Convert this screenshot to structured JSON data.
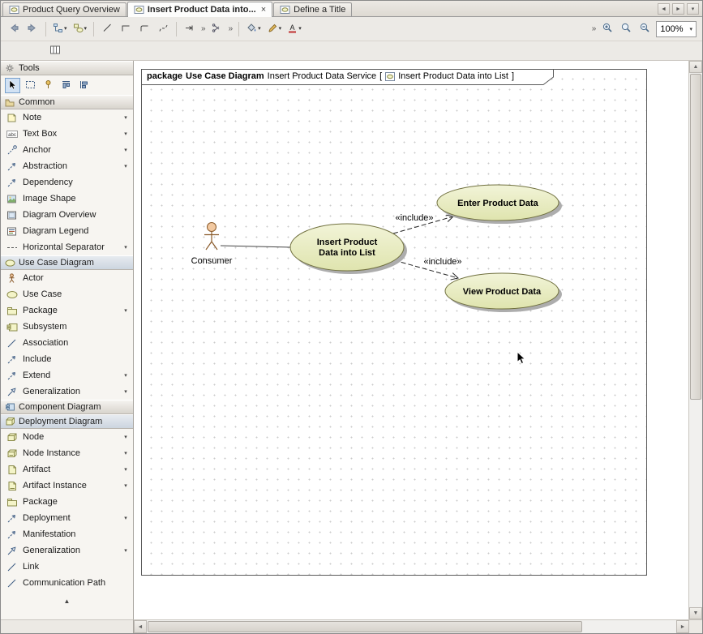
{
  "tabbar": {
    "tabs": [
      {
        "label": "Product Query Overview",
        "active": false,
        "closable": false
      },
      {
        "label": "Insert Product Data into...",
        "active": true,
        "closable": true
      },
      {
        "label": "Define a Title",
        "active": false,
        "closable": false
      }
    ]
  },
  "toolbar": {
    "zoom_value": "100%"
  },
  "palette": {
    "sections": [
      {
        "title": "Tools",
        "icon": "section-tools",
        "highlight": false,
        "tools": [
          {
            "name": "select-tool",
            "icon": "pointer",
            "selected": true
          },
          {
            "name": "marquee-select-tool",
            "icon": "marquee",
            "selected": false
          },
          {
            "name": "sticky-mode-tool",
            "icon": "sticky",
            "selected": false
          },
          {
            "name": "align-vertical-tool",
            "icon": "align-v",
            "selected": false
          },
          {
            "name": "align-horizontal-tool",
            "icon": "align-h",
            "selected": false
          }
        ]
      },
      {
        "title": "Common",
        "icon": "section-common",
        "highlight": false,
        "items": [
          {
            "label": "Note",
            "icon": "note",
            "arrow": true
          },
          {
            "label": "Text Box",
            "icon": "textbox",
            "arrow": true
          },
          {
            "label": "Anchor",
            "icon": "anchor",
            "arrow": true
          },
          {
            "label": "Abstraction",
            "icon": "abstraction",
            "arrow": true
          },
          {
            "label": "Dependency",
            "icon": "dependency",
            "arrow": false
          },
          {
            "label": "Image Shape",
            "icon": "image",
            "arrow": false
          },
          {
            "label": "Diagram Overview",
            "icon": "overview",
            "arrow": false
          },
          {
            "label": "Diagram Legend",
            "icon": "legend",
            "arrow": false
          },
          {
            "label": "Horizontal Separator",
            "icon": "separator",
            "arrow": true
          }
        ]
      },
      {
        "title": "Use Case Diagram",
        "icon": "section-usecase",
        "highlight": true,
        "items": [
          {
            "label": "Actor",
            "icon": "actor",
            "arrow": false
          },
          {
            "label": "Use Case",
            "icon": "usecase",
            "arrow": false
          },
          {
            "label": "Package",
            "icon": "package",
            "arrow": true
          },
          {
            "label": "Subsystem",
            "icon": "subsystem",
            "arrow": false
          },
          {
            "label": "Association",
            "icon": "association",
            "arrow": false
          },
          {
            "label": "Include",
            "icon": "include",
            "arrow": false
          },
          {
            "label": "Extend",
            "icon": "extend",
            "arrow": true
          },
          {
            "label": "Generalization",
            "icon": "generalization",
            "arrow": true
          }
        ]
      },
      {
        "title": "Component Diagram",
        "icon": "section-component",
        "highlight": false,
        "items": []
      },
      {
        "title": "Deployment Diagram",
        "icon": "section-deployment",
        "highlight": true,
        "items": [
          {
            "label": "Node",
            "icon": "node",
            "arrow": true
          },
          {
            "label": "Node Instance",
            "icon": "node-instance",
            "arrow": true
          },
          {
            "label": "Artifact",
            "icon": "artifact",
            "arrow": true
          },
          {
            "label": "Artifact Instance",
            "icon": "artifact-instance",
            "arrow": true
          },
          {
            "label": "Package",
            "icon": "package",
            "arrow": false
          },
          {
            "label": "Deployment",
            "icon": "deployment",
            "arrow": true
          },
          {
            "label": "Manifestation",
            "icon": "manifestation",
            "arrow": false
          },
          {
            "label": "Generalization",
            "icon": "generalization",
            "arrow": true
          },
          {
            "label": "Link",
            "icon": "link",
            "arrow": false
          },
          {
            "label": "Communication Path",
            "icon": "commpath",
            "arrow": false
          }
        ]
      }
    ]
  },
  "diagram": {
    "frame_header": {
      "keyword": "package",
      "type": "Use Case Diagram",
      "name": "Insert Product Data Service",
      "open": "[",
      "diagram_name": "Insert Product Data into List",
      "close": "]"
    },
    "actor": {
      "label": "Consumer"
    },
    "use_cases": {
      "main": {
        "line1": "Insert Product",
        "line2": "Data into List"
      },
      "enter": {
        "label": "Enter Product Data"
      },
      "view": {
        "label": "View Product Data"
      }
    },
    "relations": [
      {
        "label": "«include»"
      },
      {
        "label": "«include»"
      }
    ],
    "colors": {
      "use_case_fill_top": "#f2f4d8",
      "use_case_fill_bottom": "#dfe4ae",
      "use_case_stroke": "#70703f",
      "shadow": "#adadad"
    }
  },
  "icons": {
    "close": "×",
    "dropdown": "▾",
    "chev": "»",
    "up": "▲",
    "down": "▼",
    "left": "◄",
    "right": "►",
    "collapse-up": "▲",
    "tab-diagram": "<svg width='13' height='12'><rect x='1' y='1.5' width='11' height='9' fill='#fff' stroke='#7a8aa0'/><ellipse cx='6.5' cy='6' rx='3.4' ry='2.2' fill='#f4f4c8' stroke='#8a8a4a'/></svg>",
    "hdr-diagram": "<svg width='12' height='11'><rect x='0.5' y='0.5' width='11' height='10' fill='#fff' stroke='#7a8aa0'/><ellipse cx='6' cy='5.5' rx='3.4' ry='2.2' fill='#f4f4c8' stroke='#8a8a4a'/></svg>",
    "nav-back": "<svg width='14' height='13'><path d='M9 2.5 L4 6.5 L9 10.5 V8.3 H12 V4.7 H9 Z' fill='#9aa7b8' stroke='#6a7a92'/></svg>",
    "nav-forward": "<svg width='14' height='13'><path d='M5 2.5 L10 6.5 L5 10.5 V8.3 H2 V4.7 H5 Z' fill='#9aa7b8' stroke='#6a7a92'/></svg>",
    "pointer": "<svg width='13' height='13'><path d='M3 1 L3 11 L5.6 8.6 L7.3 12 L8.9 11.2 L7.2 8 L10.5 8 Z' fill='#000' stroke='#fff' stroke-width='0.6'/></svg>",
    "marquee": "<svg width='13' height='13'><rect x='1.5' y='2.5' width='10' height='8' fill='none' stroke='#3b5a82' stroke-dasharray='2 1.5'/></svg>",
    "sticky": "<svg width='13' height='13'><circle cx='6.5' cy='4' r='2.5' fill='#e8c060' stroke='#8a6a20'/><line x1='6.5' y1='6.5' x2='6.5' y2='11' stroke='#8a6a20'/></svg>",
    "align-v": "<svg width='13' height='13'><line x1='2' y1='2.5' x2='11' y2='2.5' stroke='#3b5a82'/><rect x='3' y='4.5' width='3' height='6' fill='#9ab0cc' stroke='#3b5a82'/><rect x='7.5' y='4.5' width='3' height='4' fill='#9ab0cc' stroke='#3b5a82'/></svg>",
    "align-h": "<svg width='13' height='13'><line x1='2.5' y1='2' x2='2.5' y2='11' stroke='#3b5a82'/><rect x='4.5' y='3' width='6' height='3' fill='#9ab0cc' stroke='#3b5a82'/><rect x='4.5' y='7.5' width='4' height='3' fill='#9ab0cc' stroke='#3b5a82'/></svg>",
    "structure": "<svg width='13' height='13'><rect x='1.5' y='1.5' width='4' height='3' fill='#cfe0f0' stroke='#5a7a9a'/><rect x='7.5' y='8.5' width='4' height='3' fill='#cfe0f0' stroke='#5a7a9a'/><path d='M3.5 4.5 V10 H7.5' fill='none' stroke='#5a7a9a'/></svg>",
    "shapes": "<svg width='13' height='13'><rect x='1.5' y='2' width='5' height='4' fill='#f4f4c8' stroke='#8a8a4a'/><ellipse cx='8.5' cy='9' rx='3.5' ry='2.5' fill='#f4f4c8' stroke='#8a8a4a'/></svg>",
    "line-oblique": "<svg width='13' height='13'><line x1='2' y1='10.5' x2='10.5' y2='2' stroke='#444'/></svg>",
    "line-rect": "<svg width='13' height='13'><path d='M2 10.5 V4 H10.5' fill='none' stroke='#444'/></svg>",
    "line-round": "<svg width='13' height='13'><path d='M2 10.5 V6 Q2 4 4 4 H10.5' fill='none' stroke='#444'/></svg>",
    "line-spline": "<svg width='13' height='13'><path d='M2 10.5 C4 3 8 11 11 3' fill='none' stroke='#444' stroke-dasharray='3 2'/></svg>",
    "arrow-bar": "<svg width='14' height='13'><line x1='2' y1='6.5' x2='9.5' y2='6.5' stroke='#444'/><path d='M10 3.5 V9.5' stroke='#444'/><path d='M6.5 4.5 L9.5 6.5 L6.5 8.5' fill='none' stroke='#444'/></svg>",
    "cutter": "<svg width='14' height='13'><path d='M3 3 L9 8 M3 10 L9 5' stroke='#556' fill='none'/><circle cx='2.6' cy='3' r='1.2' fill='none' stroke='#556'/><circle cx='2.6' cy='10' r='1.2' fill='none' stroke='#556'/></svg>",
    "bucket": "<svg width='14' height='13'><path d='M3 6 L7 2 L11 6 L7 10 Z' fill='#cfd8e2' stroke='#5a6a7a'/><path d='M11.5 7.5 q1.4 2.2 0 3.3 q-1.4 -1.1 0 -3.3' fill='#3a6ab0'/></svg>",
    "pencil": "<svg width='14' height='13'><path d='M3 10.5 L4 8 L9.5 2.5 L11.5 4.5 L6 10 L3.5 11 Z' fill='#e8c060' stroke='#8a6a2a'/></svg>",
    "fontA": "<svg width='13' height='13'><text x='6.5' y='9' font-size='9' text-anchor='middle' fill='#222' font-family='sans-serif'>A</text><rect x='2' y='10.5' width='9' height='2' fill='#c03030'/></svg>",
    "zoom-in": "<svg width='14' height='14'><circle cx='6' cy='6' r='3.6' fill='#eef4fa' stroke='#4a6a8a'/><line x1='8.8' y1='8.8' x2='12' y2='12' stroke='#4a6a8a' stroke-width='1.6'/><line x1='4.3' y1='6' x2='7.7' y2='6' stroke='#2a4a6a'/><line x1='6' y1='4.3' x2='6' y2='7.7' stroke='#2a4a6a'/></svg>",
    "zoom-reset": "<svg width='14' height='14'><circle cx='6' cy='6' r='3.6' fill='#eef4fa' stroke='#4a6a8a'/><line x1='8.8' y1='8.8' x2='12' y2='12' stroke='#4a6a8a' stroke-width='1.6'/></svg>",
    "zoom-out": "<svg width='14' height='14'><circle cx='6' cy='6' r='3.6' fill='#eef4fa' stroke='#4a6a8a'/><line x1='8.8' y1='8.8' x2='12' y2='12' stroke='#4a6a8a' stroke-width='1.6'/><line x1='4.3' y1='6' x2='7.7' y2='6' stroke='#2a4a6a'/></svg>",
    "toolgrid": "<svg width='14' height='13'><rect x='1.5' y='2' width='11' height='9' fill='#fff' stroke='#666'/><line x1='5' y1='2' x2='5' y2='11' stroke='#666'/><line x1='8.5' y1='2' x2='8.5' y2='11' stroke='#666'/></svg>",
    "section-tools": "<svg width='12' height='12'><circle cx='6' cy='6' r='2' fill='none' stroke='#666'/><path d='M6 1.5 V3 M6 9 V10.5 M1.5 6 H3 M9 6 H10.5 M2.8 2.8 L3.9 3.9 M8.1 8.1 L9.2 9.2 M9.2 2.8 L8.1 3.9 M3.9 8.1 L2.8 9.2' stroke='#666'/></svg>",
    "section-common": "<svg width='12' height='11'><path d='M1 3.5 H5 L6 5 H11 V10 H1 Z' fill='#e8d8a0' stroke='#9a8a5a'/><path d='M1 3.5 V2 H4.5 L5.5 3.5' fill='#e8d8a0' stroke='#9a8a5a'/></svg>",
    "section-usecase": "<svg width='13' height='11'><ellipse cx='6.5' cy='5.5' rx='5.5' ry='3.6' fill='#f4f4c8' stroke='#8a8a4a'/></svg>",
    "section-component": "<svg width='13' height='12'><rect x='3.5' y='2' width='8' height='8' fill='#cfe0f0' stroke='#5a7a9a'/><rect x='1.5' y='3.5' width='4' height='1.8' fill='#cfe0f0' stroke='#5a7a9a'/><rect x='1.5' y='6.5' width='4' height='1.8' fill='#cfe0f0' stroke='#5a7a9a'/></svg>",
    "section-deployment": "<svg width='13' height='12'><path d='M2 4 L4.5 1.5 H11.5 V7.5 L9 10 H2 Z' fill='#f4f4c8' stroke='#8a8a4a'/><path d='M2 4 H9 V10 M9 4 L11.5 1.5' fill='none' stroke='#8a8a4a'/></svg>",
    "note": "<svg width='13' height='13'><path d='M2 2 H9 L11 4 V11 H2 Z' fill='#fff8c8' stroke='#8a8a5a'/><path d='M9 2 V4 H11' fill='none' stroke='#8a8a5a'/></svg>",
    "textbox": "<svg width='14' height='13'><rect x='0.5' y='2.5' width='13' height='8' fill='#fff' stroke='#999'/><text x='7' y='9' font-size='6' text-anchor='middle' font-family='sans-serif' fill='#333'>abc</text></svg>",
    "anchor": "<svg width='13' height='13'><line x1='2' y1='11' x2='9.5' y2='3.5' stroke='#3b5a82' stroke-dasharray='2 1.5'/><circle cx='10.5' cy='2.5' r='1.8' fill='none' stroke='#3b5a82'/></svg>",
    "abstraction": "<svg width='13' height='13'><line x1='2' y1='11' x2='10.5' y2='2.5' stroke='#3b5a82' stroke-dasharray='2.5 1.5'/><path d='M10.5 2.5 L6.8 3.4 M10.5 2.5 L9.6 6.2' stroke='#3b5a82' fill='none'/></svg>",
    "dependency": "<svg width='13' height='13'><line x1='2' y1='11' x2='10.5' y2='2.5' stroke='#3b5a82' stroke-dasharray='2.5 1.5'/><path d='M10.5 2.5 L6.8 3.4 M10.5 2.5 L9.6 6.2' stroke='#3b5a82' fill='none'/></svg>",
    "image": "<svg width='13' height='13'><rect x='1.5' y='2' width='10' height='9' fill='#cfe4f2' stroke='#888'/><path d='M2 9 L5 6 L7 8 L9 5.5 L11 8 V10.5 H2 Z' fill='#7fae6a'/><circle cx='4.5' cy='4.5' r='1' fill='#f2d060'/></svg>",
    "overview": "<svg width='13' height='13'><rect x='1.5' y='2' width='10' height='9' fill='#fff' stroke='#666'/><rect x='3' y='3.5' width='7' height='6' fill='#dce8f4' stroke='#99aabb'/></svg>",
    "legend": "<svg width='13' height='13'><rect x='1.5' y='2' width='10' height='9' fill='#fff' stroke='#666'/><line x1='3' y1='4.5' x2='10' y2='4.5' stroke='#3b5a82'/><line x1='3' y1='6.5' x2='10' y2='6.5' stroke='#b05a3a'/><line x1='3' y1='8.5' x2='8' y2='8.5' stroke='#5a8a3a'/></svg>",
    "separator": "<svg width='14' height='13'><line x1='1' y1='6.5' x2='13' y2='6.5' stroke='#555' stroke-dasharray='3 2'/></svg>",
    "actor": "<svg width='13' height='13'><circle cx='6.5' cy='2.8' r='1.9' fill='#f2c9a1' stroke='#8a5a2a'/><path d='M6.5 4.7 V8 M3.5 5.8 H9.5 M6.5 8 L4 11.5 M6.5 8 L9 11.5' stroke='#8a5a2a' fill='none'/></svg>",
    "usecase": "<svg width='14' height='13'><ellipse cx='7' cy='6.5' rx='6' ry='4' fill='#f4f4c8' stroke='#8a8a4a'/></svg>",
    "package": "<svg width='14' height='13'><path d='M1.5 4.5 V2.5 H6.5 V4.5' fill='#f4f4c8' stroke='#8a8a4a'/><rect x='1.5' y='4.5' width='11' height='6.5' fill='#f4f4c8' stroke='#8a8a4a'/></svg>",
    "subsystem": "<svg width='14' height='13'><rect x='3.5' y='2.5' width='9.5' height='8.5' fill='#f4f4c8' stroke='#8a8a4a'/><rect x='1' y='4' width='4' height='2' fill='#f4f4c8' stroke='#8a8a4a'/><rect x='1' y='7' width='4' height='2' fill='#f4f4c8' stroke='#8a8a4a'/></svg>",
    "association": "<svg width='13' height='13'><line x1='2' y1='11' x2='11' y2='2' stroke='#3b5a82'/></svg>",
    "include": "<svg width='13' height='13'><line x1='2' y1='11' x2='10.5' y2='2.5' stroke='#3b5a82' stroke-dasharray='2.5 1.5'/><path d='M10.5 2.5 L6.8 3.4 M10.5 2.5 L9.6 6.2' stroke='#3b5a82' fill='none'/></svg>",
    "extend": "<svg width='13' height='13'><line x1='2' y1='11' x2='10.5' y2='2.5' stroke='#3b5a82' stroke-dasharray='2.5 1.5'/><path d='M10.5 2.5 L6.8 3.4 M10.5 2.5 L9.6 6.2' stroke='#3b5a82' fill='none'/></svg>",
    "generalization": "<svg width='13' height='13'><line x1='2' y1='11' x2='7.2' y2='5.8' stroke='#3b5a82'/><path d='M10.8 2.2 L6.2 3.6 L9.4 6.8 Z' fill='#fff' stroke='#3b5a82'/></svg>",
    "node": "<svg width='14' height='13'><path d='M2 4.5 L4.5 2 H12 V8 L9.5 10.5 H2 Z' fill='#f4f4c8' stroke='#8a8a4a'/><path d='M2 4.5 H9.5 V10.5 M9.5 4.5 L12 2' fill='none' stroke='#8a8a4a'/></svg>",
    "node-instance": "<svg width='14' height='13'><path d='M2 4.5 L4.5 2 H12 V8 L9.5 10.5 H2 Z' fill='#f4f4c8' stroke='#8a8a4a'/><path d='M2 4.5 H9.5 V10.5 M9.5 4.5 L12 2' fill='none' stroke='#8a8a4a'/><line x1='3.5' y1='8.5' x2='8' y2='8.5' stroke='#8a8a4a'/></svg>",
    "artifact": "<svg width='12' height='13'><path d='M2 1.5 H8 L10.5 4 V11.5 H2 Z' fill='#f4f4c8' stroke='#8a8a4a'/><path d='M8 1.5 V4 H10.5' fill='none' stroke='#8a8a4a'/></svg>",
    "artifact-instance": "<svg width='12' height='13'><path d='M2 1.5 H8 L10.5 4 V11.5 H2 Z' fill='#f4f4c8' stroke='#8a8a4a'/><path d='M8 1.5 V4 H10.5' fill='none' stroke='#8a8a4a'/><line x1='3.5' y1='9.5' x2='9' y2='9.5' stroke='#8a8a4a'/></svg>",
    "deployment": "<svg width='13' height='13'><line x1='2' y1='11' x2='10.5' y2='2.5' stroke='#3b5a82' stroke-dasharray='2.5 1.5'/><path d='M10.5 2.5 L6.8 3.4 M10.5 2.5 L9.6 6.2' stroke='#3b5a82' fill='none'/></svg>",
    "manifestation": "<svg width='13' height='13'><line x1='2' y1='11' x2='10.5' y2='2.5' stroke='#3b5a82' stroke-dasharray='2.5 1.5'/><path d='M10.5 2.5 L6.8 3.4 M10.5 2.5 L9.6 6.2' stroke='#3b5a82' fill='none'/></svg>",
    "link": "<svg width='13' height='13'><line x1='2' y1='11' x2='11' y2='2' stroke='#3b5a82'/></svg>",
    "commpath": "<svg width='13' height='13'><line x1='2' y1='11' x2='11' y2='2' stroke='#3b5a82'/></svg>"
  }
}
